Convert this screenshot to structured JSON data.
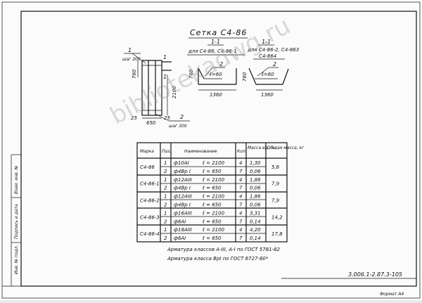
{
  "title": "Сетка С4-86",
  "elevation": {
    "dim_760": "760",
    "dim_2100": "2100",
    "dim_650": "650",
    "dim_25_left": "25",
    "dim_25_right": "25",
    "dim_1": "1",
    "dim_1b": "1",
    "callout_1": "1",
    "callout_1_spacing": "шаг 200",
    "callout_2": "2",
    "callout_2_spacing": "шаг 300"
  },
  "section_1": {
    "label": "1-1",
    "caption": "для С4-86, С4-86-1",
    "dim_760": "760",
    "dim_1360": "1360",
    "callout": "2",
    "length": "ℓ=60"
  },
  "section_2": {
    "label": "1-1",
    "caption_line1": "для С4-86-2, С4-863",
    "caption_line2": "С4-864",
    "dim_760": "760",
    "dim_1360": "1360",
    "callout": "2",
    "length": "ℓ=60"
  },
  "table": {
    "headers": [
      "Марка",
      "Поз.",
      "Наименование",
      "Кол.",
      "Масса ед., кг",
      "Общая масса, кг"
    ],
    "groups": [
      {
        "mark": "С4-86",
        "total": "5,6",
        "rows": [
          {
            "pos": "1",
            "name": "ф10АI",
            "length": "ℓ = 2100",
            "qty": "4",
            "mass": "1,30"
          },
          {
            "pos": "2",
            "name": "ф4Вр I",
            "length": "ℓ = 650",
            "qty": "7",
            "mass": "0,06"
          }
        ]
      },
      {
        "mark": "С4-86-1",
        "total": "7,9",
        "rows": [
          {
            "pos": "1",
            "name": "ф12АIII",
            "length": "ℓ = 2100",
            "qty": "4",
            "mass": "1,86"
          },
          {
            "pos": "2",
            "name": "ф4Вр I",
            "length": "ℓ = 650",
            "qty": "7",
            "mass": "0,06"
          }
        ]
      },
      {
        "mark": "С4-86-2",
        "total": "7,9",
        "rows": [
          {
            "pos": "1",
            "name": "ф12АIII",
            "length": "ℓ = 2100",
            "qty": "4",
            "mass": "1,86"
          },
          {
            "pos": "2",
            "name": "ф4Вр I",
            "length": "ℓ = 650",
            "qty": "7",
            "mass": "0,06"
          }
        ]
      },
      {
        "mark": "С4-86-3",
        "total": "14,2",
        "rows": [
          {
            "pos": "1",
            "name": "ф16АIII",
            "length": "ℓ = 2100",
            "qty": "4",
            "mass": "3,31"
          },
          {
            "pos": "2",
            "name": "ф6АI",
            "length": "ℓ = 650",
            "qty": "7",
            "mass": "0,14"
          }
        ]
      },
      {
        "mark": "С4-86-4",
        "total": "17,8",
        "rows": [
          {
            "pos": "1",
            "name": "ф18АIII",
            "length": "ℓ = 2100",
            "qty": "4",
            "mass": "4,20"
          },
          {
            "pos": "2",
            "name": "ф6АI",
            "length": "ℓ = 650",
            "qty": "7",
            "mass": "0,14"
          }
        ]
      }
    ]
  },
  "notes": [
    "Арматура классов А-III, А-I по ГОСТ 5781-82",
    "Арматура класса ВрI по ГОСТ 6727-80*"
  ],
  "side_stamp": [
    "Инв. № подл.",
    "Подпись и дата",
    "Взам. инв. №"
  ],
  "doc_code": "3.006.1-2.87.3-105",
  "format": "Формат А4",
  "watermark": "bibliotekadwg.ru"
}
